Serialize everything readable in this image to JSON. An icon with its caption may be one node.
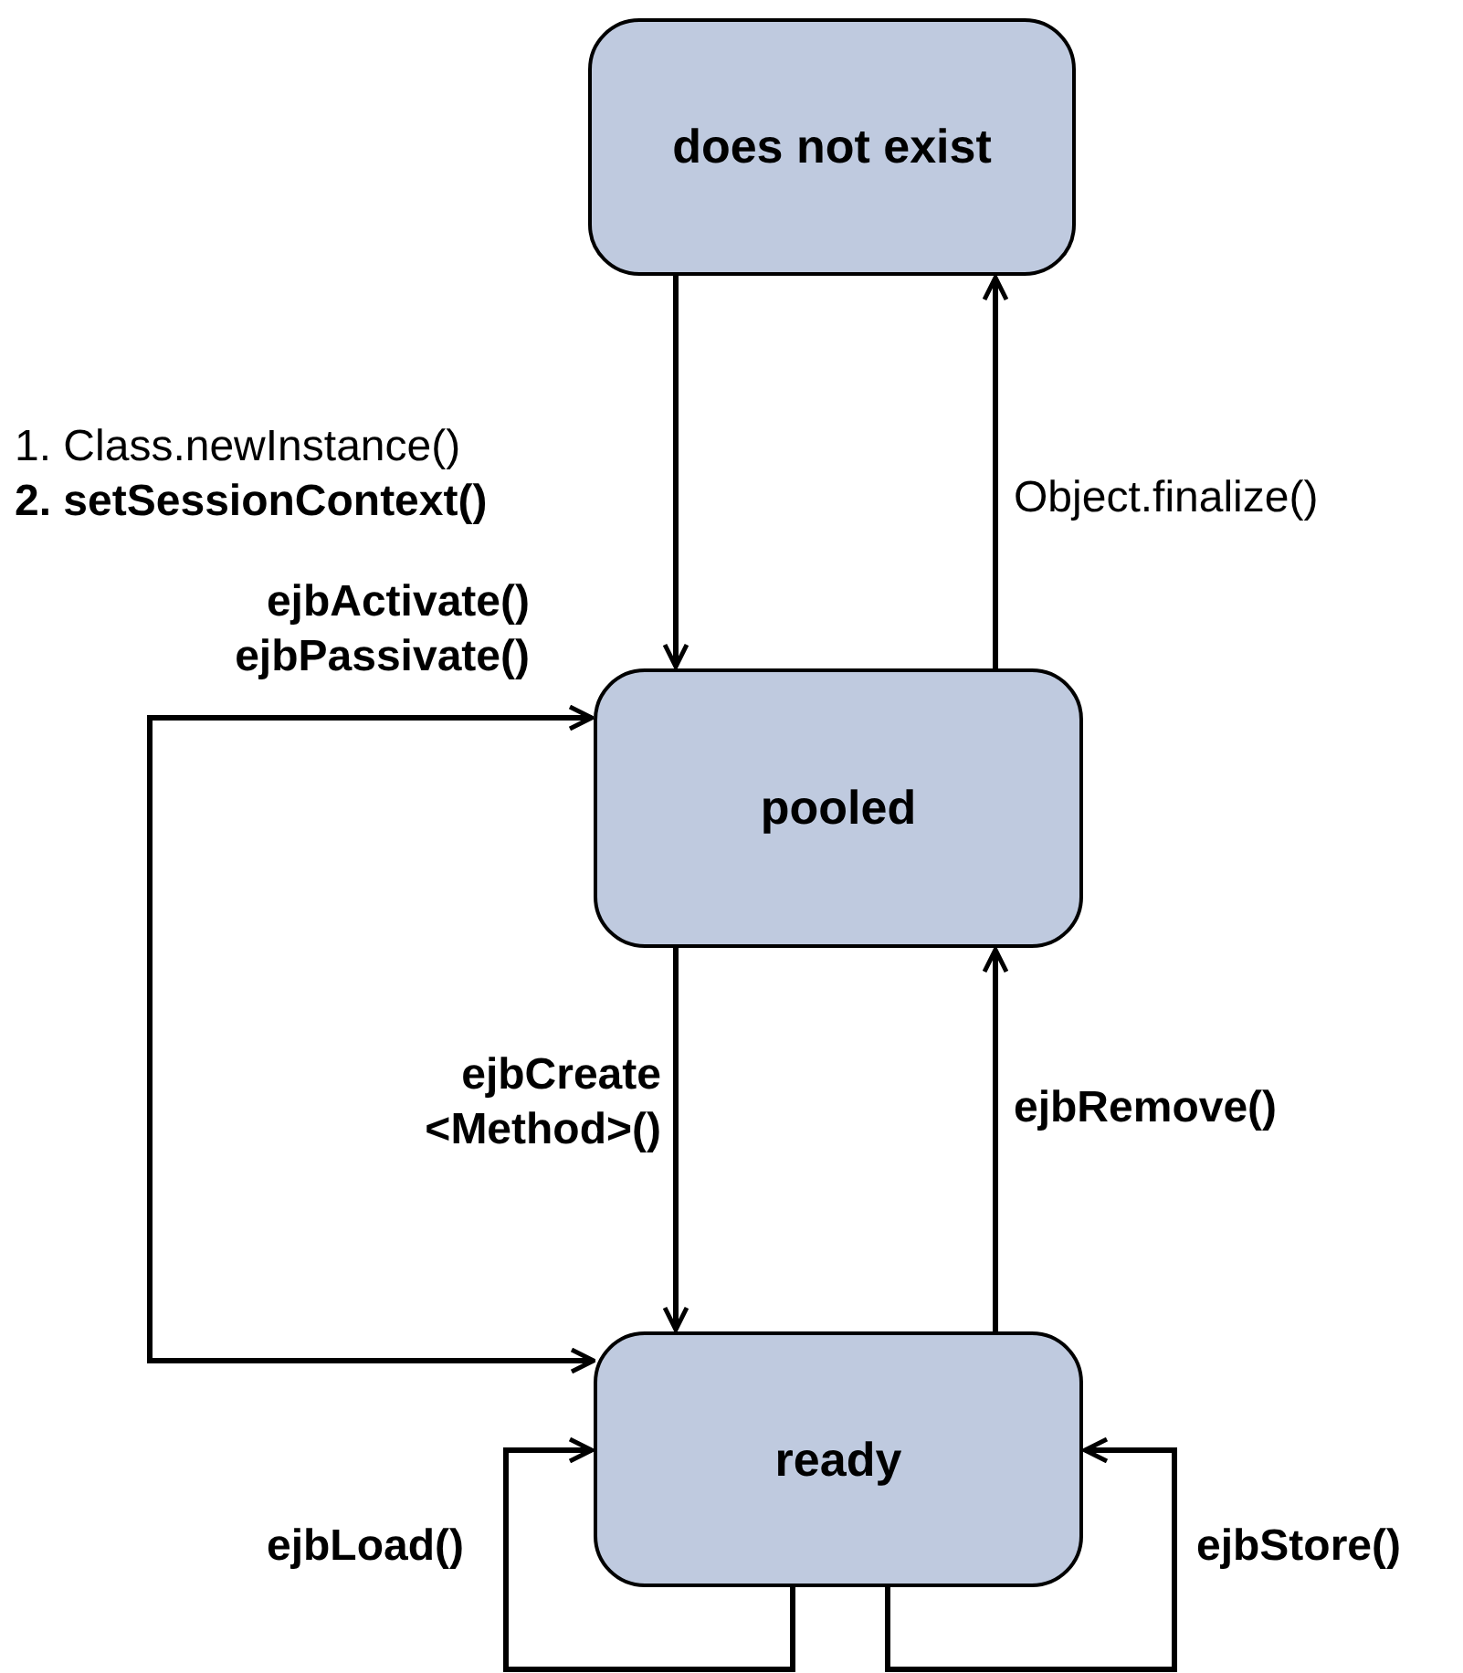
{
  "diagram": {
    "nodes": [
      {
        "text": [
          "does not exist"
        ]
      },
      {
        "text": [
          "pooled"
        ]
      },
      {
        "text": [
          "ready"
        ]
      }
    ],
    "edges": [
      {
        "from": 0,
        "to": 1,
        "arrow": "to",
        "label": "1. Class.newInstance() **2. setSessionContext()**"
      },
      {
        "from": 1,
        "to": 0,
        "arrow": "to",
        "label": "Object.finalize()"
      },
      {
        "from": 2,
        "to": 1,
        "arrow": "both",
        "label": "ejbActivate() ejbPassivate()"
      },
      {
        "from": 1,
        "to": 2,
        "arrow": "to",
        "label": "ejbCreate <Method>()"
      },
      {
        "from": 2,
        "to": 1,
        "arrow": "to",
        "label": "ejbRemove()"
      },
      {
        "from": 2,
        "to": 2,
        "arrow": "to",
        "label": "ejbLoad()"
      },
      {
        "from": 2,
        "to": 2,
        "arrow": "to",
        "label": "ejbStore()"
      }
    ]
  }
}
